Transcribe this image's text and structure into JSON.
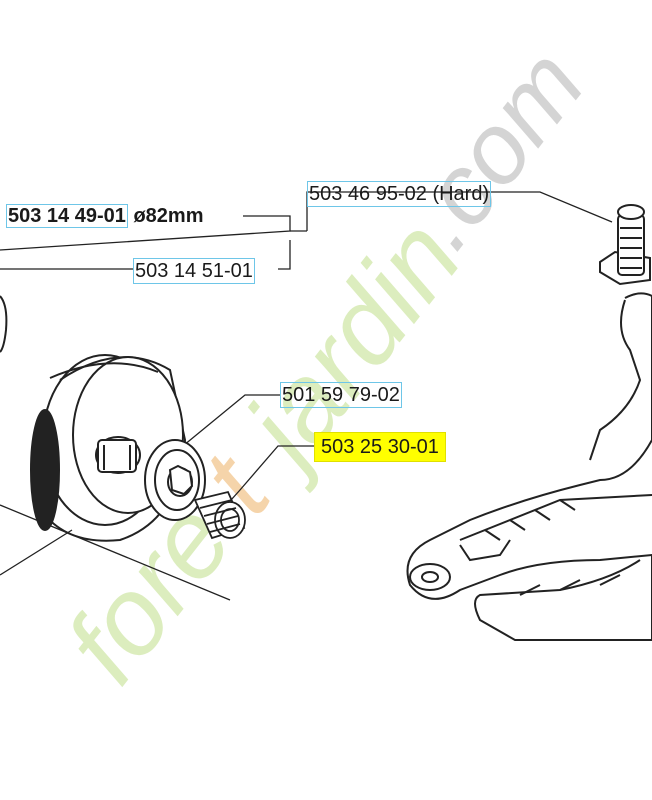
{
  "labels": {
    "clutch_drum": "503 14 49-01",
    "clutch_drum_spec": "ø82mm",
    "drum_alt": "503 14 51-01",
    "oil_pump": "503 46 95-02 (Hard)",
    "washer": "501 59 79-02",
    "needle_bearing": "503 25 30-01"
  },
  "watermark": {
    "text": "foretjardin.com",
    "color_green": "#cfe5a6",
    "color_gray": "#c8c8c8",
    "color_orange": "#f3c58f"
  },
  "colors": {
    "line": "#222222",
    "box": "#6ec6e8",
    "highlight": "#ffff00"
  }
}
